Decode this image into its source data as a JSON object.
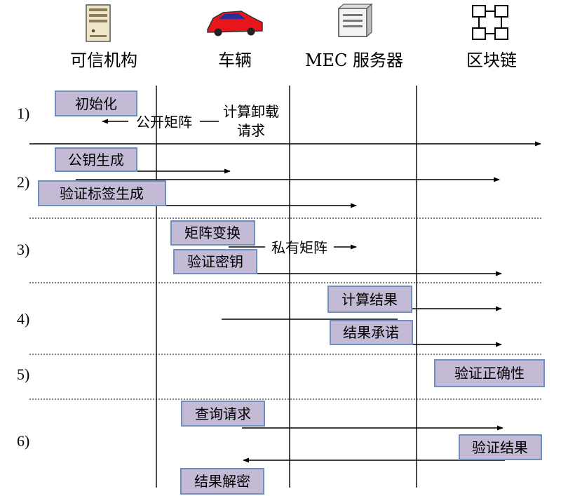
{
  "actors": [
    {
      "name": "可信机构",
      "icon": "server-icon"
    },
    {
      "name": "车辆",
      "icon": "car-icon"
    },
    {
      "name": "MEC 服务器",
      "icon": "mec-server-icon"
    },
    {
      "name": "区块链",
      "icon": "blockchain-icon"
    }
  ],
  "steps": [
    "1)",
    "2)",
    "3)",
    "4)",
    "5)",
    "6)"
  ],
  "boxes": {
    "init": "初始化",
    "keygen": "公钥生成",
    "taggen": "验证标签生成",
    "matrix_transform": "矩阵变换",
    "verify_key": "验证密钥",
    "compute_result": "计算结果",
    "commit_result": "结果承诺",
    "verify_correct": "验证正确性",
    "query_request": "查询请求",
    "verify_result": "验证结果",
    "decrypt_result": "结果解密"
  },
  "messages": {
    "public_matrix": "公开矩阵",
    "offload_request_line1": "计算卸载",
    "offload_request_line2": "请求",
    "private_matrix": "私有矩阵"
  },
  "colors": {
    "box_fill": "#c3bad6",
    "box_border": "#6f8fc0",
    "line": "#000000",
    "car_red": "#e8161b",
    "car_window": "#2a2e9a"
  }
}
